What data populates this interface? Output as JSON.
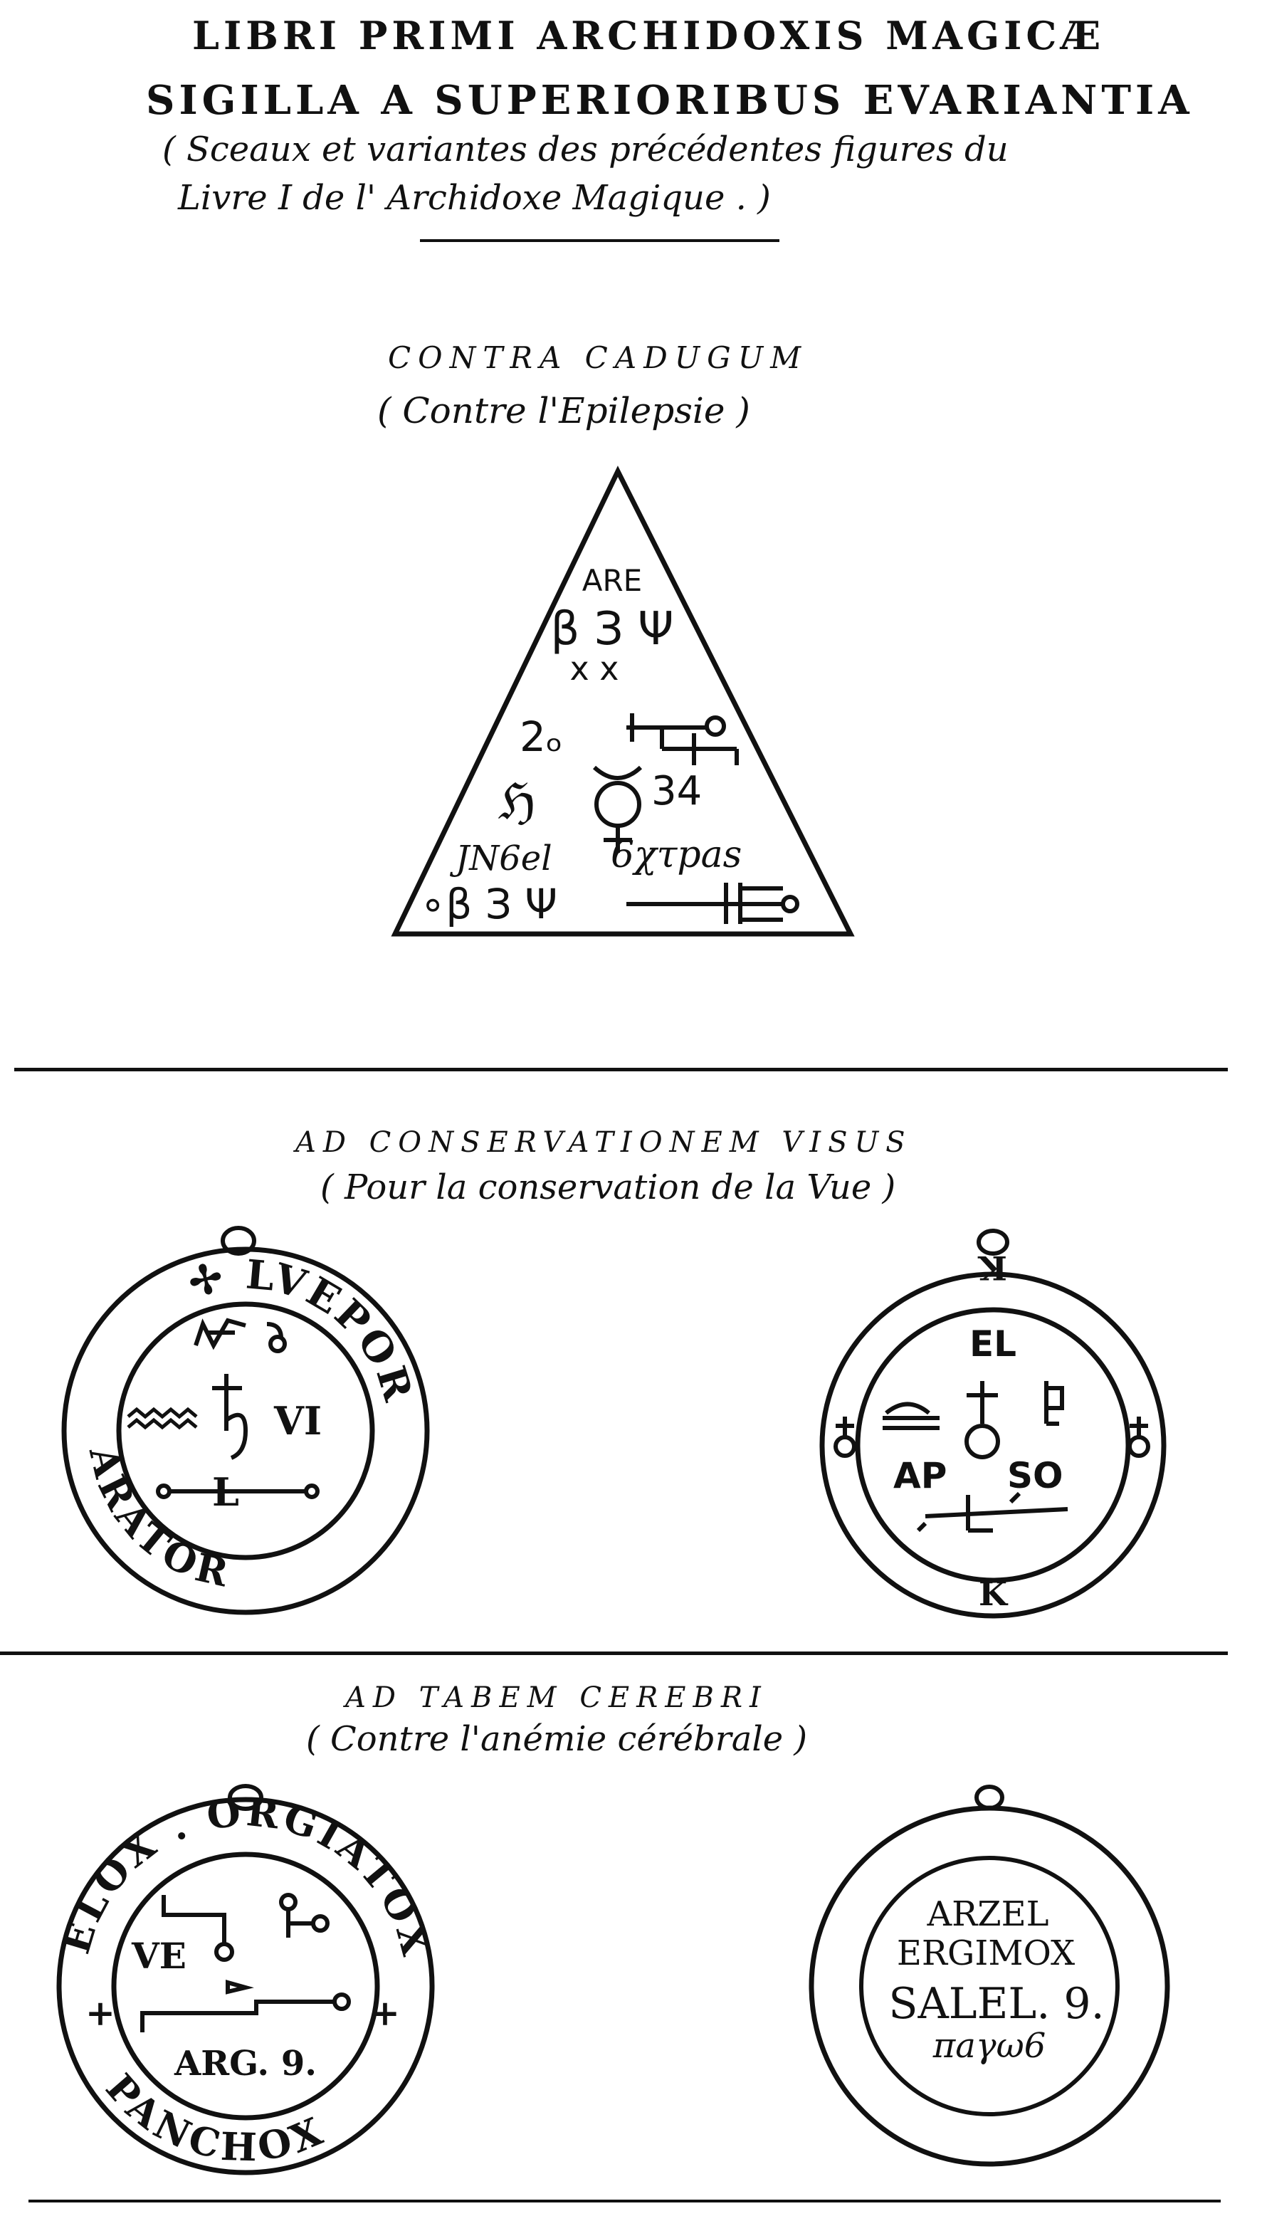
{
  "header": {
    "title_line1": "LIBRI PRIMI ARCHIDOXIS MAGICÆ",
    "title_line2": "SIGILLA A SUPERIORIBUS EVARIANTIA",
    "subtitle_line1": "( Sceaux et variantes des précédentes figures du",
    "subtitle_line2": "Livre I   de   l' Archidoxe Magique . )"
  },
  "section1": {
    "latin": "CONTRA CADUGUM",
    "french": "( Contre l'Epilepsie )",
    "triangle": {
      "top_word": "ARE",
      "row1": "β З Ψ",
      "row2": "x x",
      "row3_left": "2ₒ",
      "row4_left": "ℌ",
      "row4_num": "34",
      "word_left": "JN6el",
      "word_right": "6χτpas",
      "bottom_row": "∘β З Ψ"
    }
  },
  "section2": {
    "latin": "AD CONSERVATIONEM VISUS",
    "french": "( Pour la conservation de la Vue )",
    "seal_left": {
      "ring_top": "✢ LVEPOR",
      "ring_bottom": "ARATOR",
      "center_right": "VI",
      "center_bottom": "L"
    },
    "seal_right": {
      "top_letter": "K",
      "bottom_letter": "K",
      "el": "EL",
      "ap": "AP",
      "so": "SO"
    }
  },
  "section3": {
    "latin": "AD TABEM CEREBRI",
    "french": "( Contre l'anémie cérébrale )",
    "seal_left": {
      "ring_top": "ELOX . ORGIATOX",
      "ring_bottom": "PANCHOX",
      "ve": "VE",
      "arg": "ARG. 9."
    },
    "seal_right": {
      "line1": "ARZEL",
      "line2": "ERGIMOX",
      "line3": "SALEL. 9.",
      "line4": "πaγω6"
    }
  }
}
